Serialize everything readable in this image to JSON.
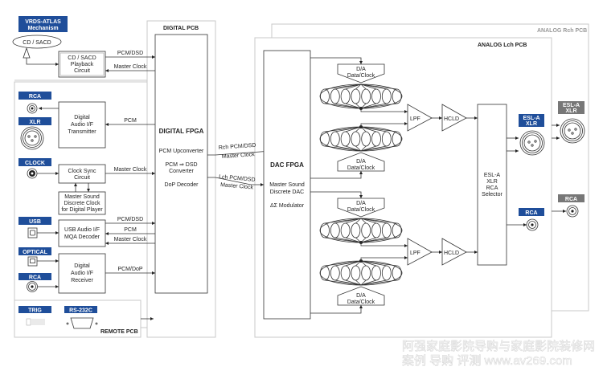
{
  "colors": {
    "label_blue": "#1f4e9a",
    "label_gray": "#777777",
    "pcb_border": "#c8c8c8"
  },
  "mechanism": {
    "title_line1": "VRDS-ATLAS",
    "title_line2": "Mechanism",
    "disc": "CD / SACD"
  },
  "digital_pcb": {
    "title": "DIGITAL PCB",
    "fpga": {
      "title": "DIGITAL FPGA",
      "f1": "PCM Upconverter",
      "f2a": "PCM ⇒ DSD",
      "f2b": "Converter",
      "f3": "DoP Decoder"
    }
  },
  "playback": {
    "l1": "CD / SACD",
    "l2": "Playback",
    "l3": "Circuit",
    "sig_out": "PCM/DSD",
    "sig_in": "Master Clock"
  },
  "inputs": {
    "rca_out": "RCA",
    "xlr_out": "XLR",
    "transmitter": {
      "l1": "Digital",
      "l2": "Audio I/F",
      "l3": "Transmitter",
      "sig": "PCM"
    },
    "clock": "CLOCK",
    "clock_sync": {
      "l1": "Clock Sync",
      "l2": "Circuit",
      "sig": "Master Clock"
    },
    "discrete_clock": {
      "l1": "Master Sound",
      "l2": "Discrete Clock",
      "l3": "for Digital Player"
    },
    "usb": "USB",
    "usb_box": {
      "l1": "USB Audio I/F",
      "l2": "MQA Decoder",
      "s1": "PCM/DSD",
      "s2": "PCM",
      "s3": "Master Clock"
    },
    "optical": "OPTICAL",
    "rca_in": "RCA",
    "receiver": {
      "l1": "Digital",
      "l2": "Audio I/F",
      "l3": "Receiver",
      "sig": "PCM/DoP"
    }
  },
  "remote": {
    "trig": "TRIG",
    "rs232": "RS-232C",
    "title": "REMOTE PCB"
  },
  "links": {
    "rch1": "Rch PCM/DSD",
    "rch2": "Master Clock",
    "lch1": "Lch PCM/DSD",
    "lch2": "Master Clock"
  },
  "analog": {
    "rch_title": "ANALOG Rch PCB",
    "lch_title": "ANALOG Lch PCB",
    "dac": {
      "title": "DAC FPGA",
      "l1": "Master Sound",
      "l2": "Discrete DAC",
      "l3": "ΔΣ Modulator"
    },
    "da_l1": "D/A",
    "da_l2": "Data/Clock",
    "lpf": "LPF",
    "hcld": "HCLD",
    "selector": {
      "l1": "ESL-A",
      "l2": "XLR",
      "l3": "RCA",
      "l4": "Selector"
    },
    "out_xlr_l1": "ESL-A",
    "out_xlr_l2": "XLR",
    "out_rca": "RCA"
  },
  "watermark": {
    "line1": "阿强家庭影院导购与家庭影院装修网",
    "line2": "案例  导购  评测   www.av269.com"
  }
}
